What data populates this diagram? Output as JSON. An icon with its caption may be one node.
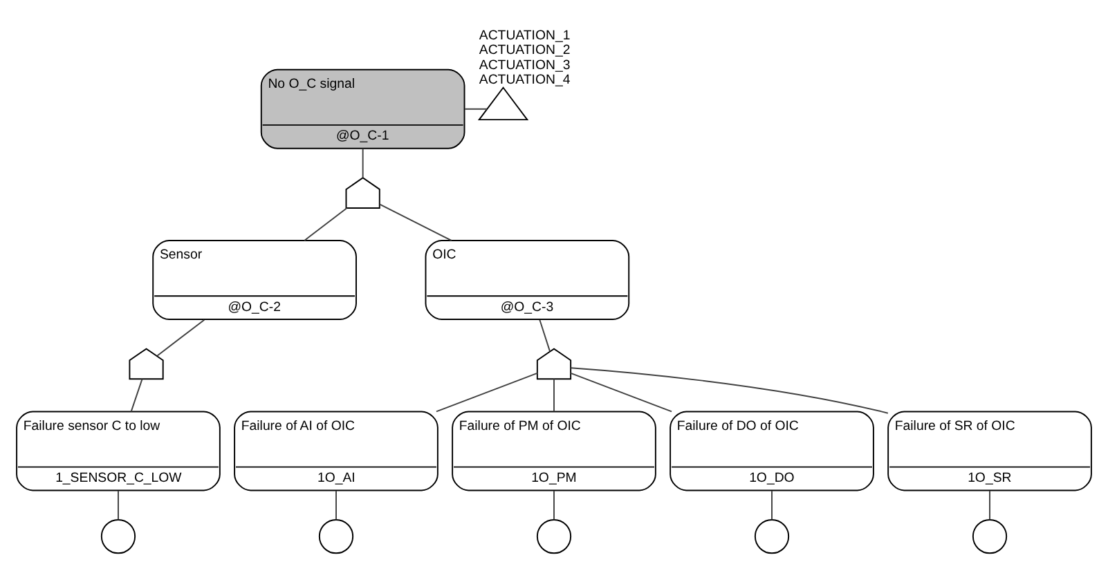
{
  "diagram": {
    "nodes": [
      {
        "text": [
          "No O_C signal",
          "@O_C-1"
        ]
      },
      {
        "text": [],
        "shape": "triangle",
        "beside": [
          "ACTUATION_1",
          "ACTUATION_2",
          "ACTUATION_3",
          "ACTUATION_4"
        ]
      },
      {
        "text": [],
        "shape": "gate"
      },
      {
        "text": [
          "Sensor",
          "@O_C-2"
        ]
      },
      {
        "text": [
          "OIC",
          "@O_C-3"
        ]
      },
      {
        "text": [],
        "shape": "gate"
      },
      {
        "text": [],
        "shape": "gate"
      },
      {
        "text": [
          "Failure sensor C to low",
          "1_SENSOR_C_LOW"
        ]
      },
      {
        "text": [
          "Failure of AI of OIC",
          "1O_AI"
        ]
      },
      {
        "text": [
          "Failure of PM of OIC",
          "1O_PM"
        ]
      },
      {
        "text": [
          "Failure of DO of OIC",
          "1O_DO"
        ]
      },
      {
        "text": [
          "Failure of SR of OIC",
          "1O_SR"
        ]
      },
      {
        "text": [],
        "shape": "circle"
      },
      {
        "text": [],
        "shape": "circle"
      },
      {
        "text": [],
        "shape": "circle"
      },
      {
        "text": [],
        "shape": "circle"
      },
      {
        "text": [],
        "shape": "circle"
      }
    ],
    "edges": [
      {
        "from": 0,
        "to": 1,
        "arrow": "none"
      },
      {
        "from": 0,
        "to": 2,
        "arrow": "none"
      },
      {
        "from": 2,
        "to": 3,
        "arrow": "none"
      },
      {
        "from": 2,
        "to": 4,
        "arrow": "none"
      },
      {
        "from": 3,
        "to": 5,
        "arrow": "none"
      },
      {
        "from": 4,
        "to": 6,
        "arrow": "none"
      },
      {
        "from": 5,
        "to": 7,
        "arrow": "none"
      },
      {
        "from": 6,
        "to": 8,
        "arrow": "none"
      },
      {
        "from": 6,
        "to": 9,
        "arrow": "none"
      },
      {
        "from": 6,
        "to": 10,
        "arrow": "none"
      },
      {
        "from": 6,
        "to": 11,
        "arrow": "none"
      },
      {
        "from": 7,
        "to": 12,
        "arrow": "none"
      },
      {
        "from": 8,
        "to": 13,
        "arrow": "none"
      },
      {
        "from": 9,
        "to": 14,
        "arrow": "none"
      },
      {
        "from": 10,
        "to": 15,
        "arrow": "none"
      },
      {
        "from": 11,
        "to": 16,
        "arrow": "none"
      }
    ]
  }
}
